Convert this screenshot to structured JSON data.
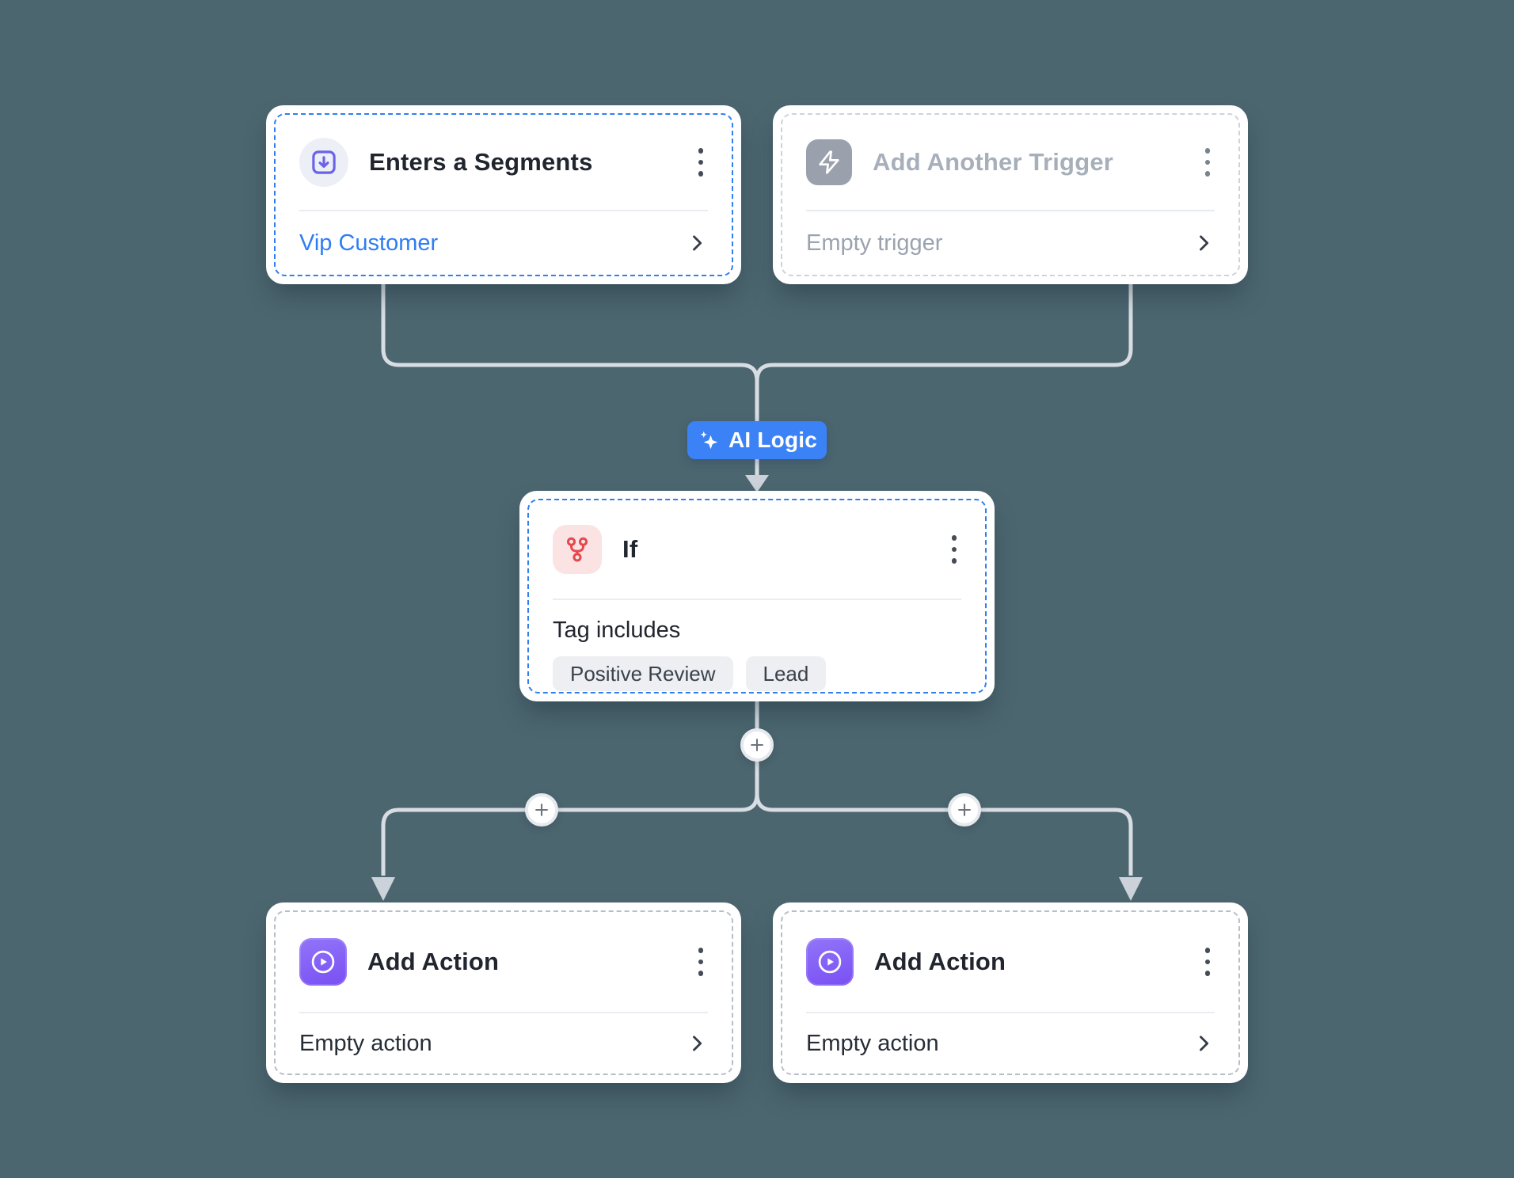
{
  "colors": {
    "background": "#4c6670",
    "accent_blue": "#3b82f6",
    "selected_dash_blue": "#2f7ff0",
    "link_blue": "#2e7df5",
    "indigo_icon": "#6a62e8",
    "red_icon": "#e5484d",
    "purple_icon": "#7c55f4",
    "gray_icon_bg": "#9aa1ac",
    "connector_gray": "#d8dde3"
  },
  "flow": {
    "trigger_segment": {
      "icon": "arrow-down-square-icon",
      "title": "Enters a Segments",
      "value": "Vip Customer"
    },
    "trigger_add": {
      "icon": "lightning-bolt-icon",
      "title": "Add Another Trigger",
      "value": "Empty trigger"
    },
    "ai_logic": {
      "icon": "sparkles-icon",
      "label": "AI Logic"
    },
    "condition_if": {
      "icon": "branch-merge-icon",
      "title": "If",
      "field_label": "Tag includes",
      "tags": [
        "Positive Review",
        "Lead"
      ]
    },
    "action_left": {
      "icon": "play-circle-icon",
      "title": "Add Action",
      "value": "Empty action"
    },
    "action_right": {
      "icon": "play-circle-icon",
      "title": "Add Action",
      "value": "Empty action"
    }
  }
}
